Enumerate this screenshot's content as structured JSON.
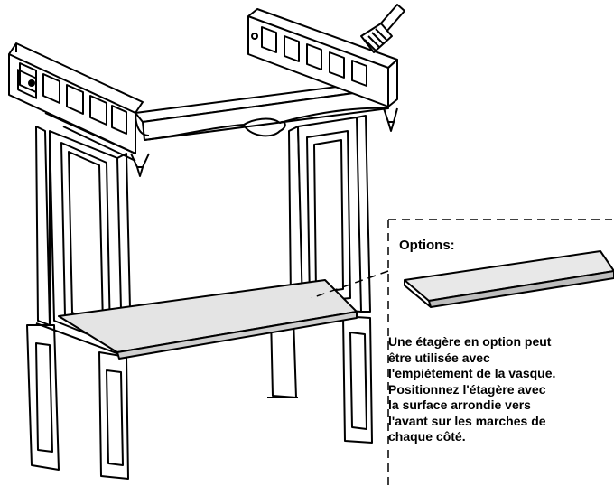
{
  "options": {
    "label": "Options:",
    "instruction_lines": [
      "Une étagère en option peut",
      "être utilisée avec",
      "l'empiètement de la vasque.",
      "Positionnez l'étagère avec",
      "la surface arrondie vers",
      "l'avant sur les marches de",
      "chaque côté."
    ]
  },
  "illustration": {
    "subject": "vanity-base-with-shelf",
    "line_color": "#000000",
    "shelf_fill": "#e4e4e4",
    "icon": "paintbrush-icon"
  }
}
